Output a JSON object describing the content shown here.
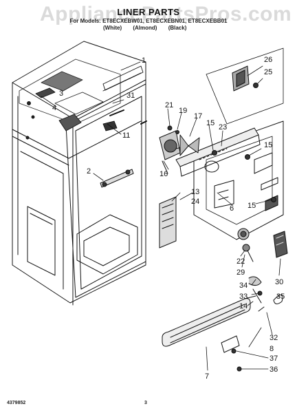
{
  "watermark": "AppliancePartsPros.com",
  "title": "LINER PARTS",
  "subtitle": "For Models: ET8ECXEBW01, ET8ECXEBN01, ET8ECXEBB01",
  "colors": [
    "(White)",
    "(Almond)",
    "(Black)"
  ],
  "footer": {
    "part_number": "4379852",
    "page": "3"
  },
  "callouts": [
    "1",
    "2",
    "3",
    "4",
    "6",
    "7",
    "8",
    "11",
    "13",
    "14",
    "15",
    "15",
    "15",
    "16",
    "17",
    "19",
    "21",
    "22",
    "23",
    "24",
    "25",
    "26",
    "29",
    "30",
    "31",
    "32",
    "33",
    "34",
    "35",
    "36",
    "37"
  ]
}
